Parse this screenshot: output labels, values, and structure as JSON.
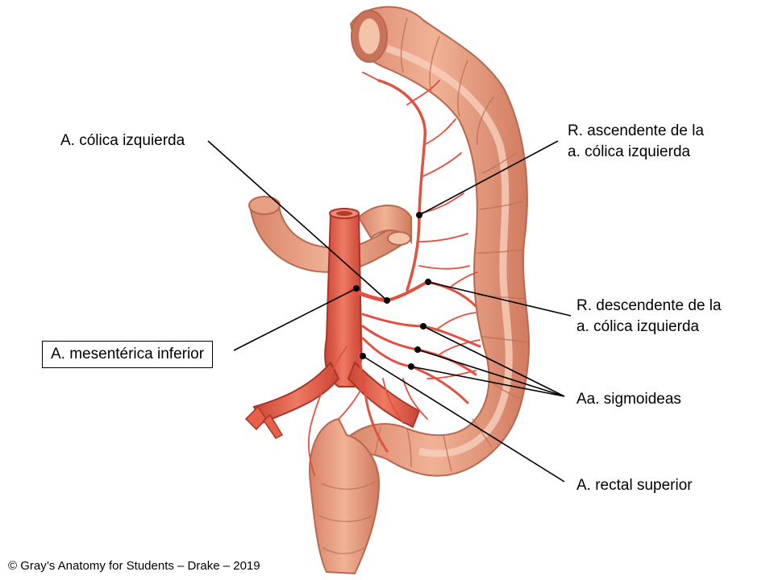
{
  "figure": {
    "colors": {
      "tissue": "#e8a083",
      "tissue_dark": "#c9745a",
      "tissue_light": "#f3c3aa",
      "artery": "#e2503f",
      "artery_dark": "#b8382c",
      "leader": "#000000",
      "background": "#ffffff"
    }
  },
  "labels": {
    "left_colic": "A. cólica izquierda",
    "ascending_branch_1": "R. ascendente de la",
    "ascending_branch_2": "a. cólica izquierda",
    "descending_branch_1": "R. descendente de la",
    "descending_branch_2": "a. cólica izquierda",
    "inferior_mesenteric": "A. mesentérica inferior",
    "sigmoid": "Aa. sigmoideas",
    "superior_rectal": "A. rectal superior"
  },
  "credit": "© Gray’s Anatomy for Students – Drake – 2019"
}
